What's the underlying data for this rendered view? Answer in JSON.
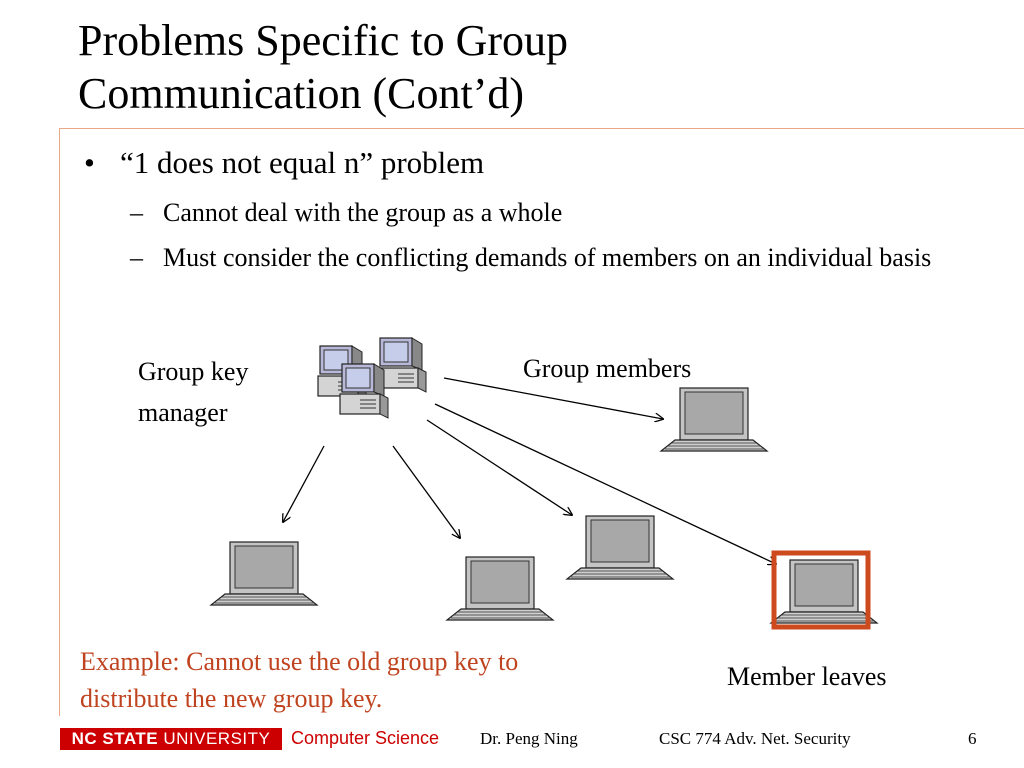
{
  "slide": {
    "title_line1": "Problems Specific to Group",
    "title_line2": "Communication (Cont’d)",
    "bullet_mark": "•",
    "dash_mark": "–",
    "bullet": "“1 does not equal n” problem",
    "sub_bullets": [
      "Cannot deal with the group as a whole",
      "Must consider the conflicting demands of members on an individual basis"
    ]
  },
  "diagram": {
    "manager_label_line1": "Group key",
    "manager_label_line2": "manager",
    "members_label": "Group members",
    "leaves_label": "Member leaves",
    "example_line1": "Example: Cannot use the old group key to",
    "example_line2": "distribute the new group key.",
    "highlight_color": "#cc4a1e",
    "example_color": "#c0431f"
  },
  "footer": {
    "university_bold": "NC STATE",
    "university_light": "UNIVERSITY",
    "department": "Computer Science",
    "author": "Dr. Peng Ning",
    "course": "CSC 774 Adv. Net. Security",
    "page": "6",
    "brand_color": "#cc0000"
  }
}
